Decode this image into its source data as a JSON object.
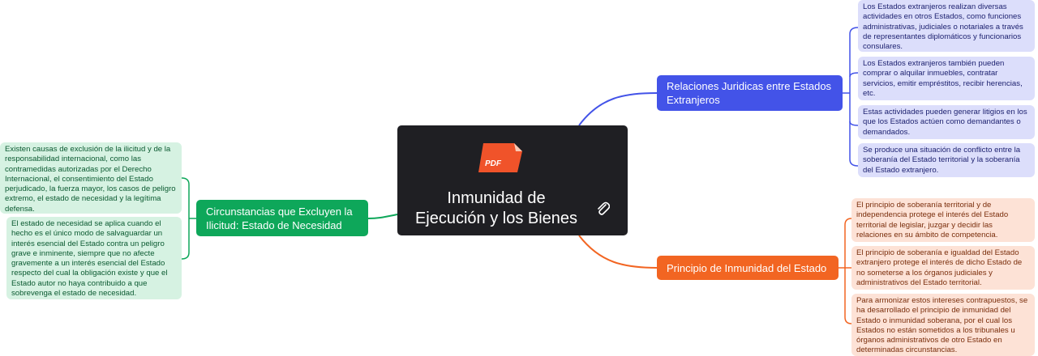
{
  "central": {
    "title_line1": "Inmunidad de",
    "title_line2": "Ejecución y los Bienes",
    "pdf_label": "PDF",
    "icon": "pdf-icon",
    "attachment_icon": "paperclip-icon",
    "background": "#1f1f23"
  },
  "branches": {
    "relaciones": {
      "label": "Relaciones Juridicas entre Estados Extranjeros",
      "color": "#4353e8",
      "children": [
        "Los Estados extranjeros realizan diversas actividades en otros Estados, como funciones administrativas, judiciales o notariales a través de representantes diplomáticos y funcionarios consulares.",
        "Los Estados extranjeros también pueden comprar o alquilar inmuebles, contratar servicios, emitir empréstitos, recibir herencias, etc.",
        "Estas actividades pueden generar litigios en los que los Estados actúen como demandantes o demandados.",
        "Se produce una situación de conflicto entre la soberanía del Estado territorial y la soberanía del Estado extranjero."
      ]
    },
    "principio": {
      "label": "Principio de Inmunidad del Estado",
      "color": "#f26522",
      "children": [
        "El principio de soberanía territorial y de independencia protege el interés del Estado territorial de legislar, juzgar y decidir las relaciones en su ámbito de competencia.",
        "El principio de soberanía e igualdad del Estado extranjero protege el interés de dicho Estado de no someterse a los órganos judiciales y administrativos del Estado territorial.",
        "Para armonizar estos intereses contrapuestos, se ha desarrollado el principio de inmunidad del Estado o inmunidad soberana, por el cual los Estados no están sometidos a los tribunales u órganos administrativos de otro Estado en determinadas circunstancias."
      ]
    },
    "circunstancias": {
      "label": "Circunstancias que Excluyen la Ilicitud: Estado de Necesidad",
      "color": "#0ea75a",
      "children": [
        "Existen causas de exclusión de la ilicitud y de la responsabilidad internacional, como las contramedidas autorizadas por el Derecho Internacional, el consentimiento del Estado perjudicado, la fuerza mayor, los casos de peligro extremo, el estado de necesidad y la legítima defensa.",
        "El estado de necesidad se aplica cuando el hecho es el único modo de salvaguardar un interés esencial del Estado contra un peligro grave e inminente, siempre que no afecte gravemente a un interés esencial del Estado respecto del cual la obligación existe y que el Estado autor no haya contribuido a que sobrevenga el estado de necesidad."
      ]
    }
  }
}
